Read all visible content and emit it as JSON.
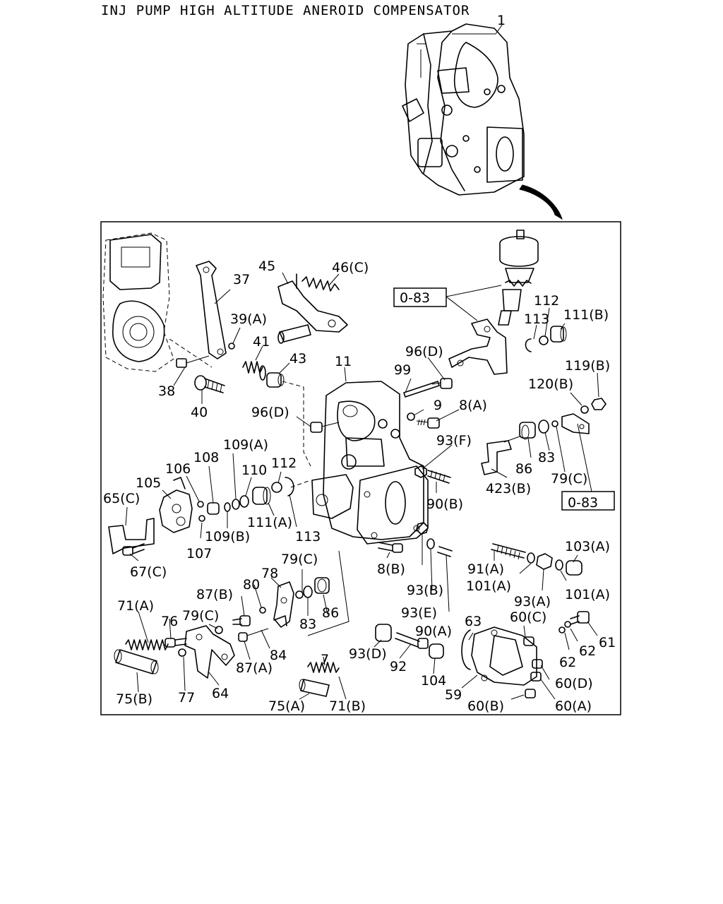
{
  "title": "INJ PUMP HIGH ALTITUDE ANEROID COMPENSATOR",
  "labels": {
    "l1": "1",
    "l37": "37",
    "l45": "45",
    "l46c": "46(C)",
    "l39a": "39(A)",
    "l41": "41",
    "l43": "43",
    "l38": "38",
    "l40": "40",
    "l11": "11",
    "l99": "99",
    "l96d_top": "96(D)",
    "l96d_mid": "96(D)",
    "l9": "9",
    "l8a": "8(A)",
    "l083_top": "0-83",
    "l083_bot": "0-83",
    "l113_top": "113",
    "l112_top": "112",
    "l111b": "111(B)",
    "l119b": "119(B)",
    "l120b": "120(B)",
    "l93f": "93(F)",
    "l86_right": "86",
    "l83_right": "83",
    "l79c_right": "79(C)",
    "l423b": "423(B)",
    "l90b": "90(B)",
    "l109a": "109(A)",
    "l108": "108",
    "l106": "106",
    "l110": "110",
    "l112_mid": "112",
    "l105": "105",
    "l65c": "65(C)",
    "l109b": "109(B)",
    "l111a": "111(A)",
    "l113_mid": "113",
    "l107": "107",
    "l67c": "67(C)",
    "l79c_mid": "79(C)",
    "l78": "78",
    "l87b": "87(B)",
    "l80": "80",
    "l8b": "8(B)",
    "l93b": "93(B)",
    "l91a": "91(A)",
    "l103a": "103(A)",
    "l101a_l": "101(A)",
    "l93a": "93(A)",
    "l101a_r": "101(A)",
    "l93e": "93(E)",
    "l90a": "90(A)",
    "l71a": "71(A)",
    "l76": "76",
    "l79c_left": "79(C)",
    "l83_mid": "83",
    "l86_mid": "86",
    "l84": "84",
    "l87a": "87(A)",
    "l63": "63",
    "l60c": "60(C)",
    "l61": "61",
    "l62a": "62",
    "l62b": "62",
    "l93d": "93(D)",
    "l92": "92",
    "l104": "104",
    "l7": "7",
    "l60d": "60(D)",
    "l75b": "75(B)",
    "l77": "77",
    "l64": "64",
    "l75a": "75(A)",
    "l71b": "71(B)",
    "l59": "59",
    "l60b": "60(B)",
    "l60a": "60(A)"
  }
}
